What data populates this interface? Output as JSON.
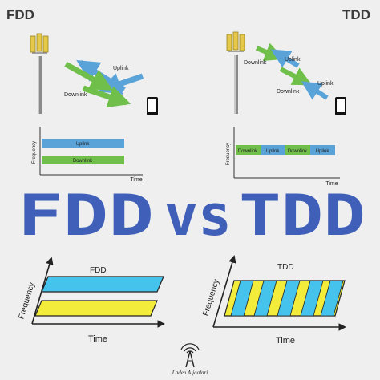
{
  "corners": {
    "left": "FDD",
    "right": "TDD"
  },
  "labels": {
    "uplink": "Uplink",
    "downlink": "Downlink",
    "frequency": "Frequency",
    "time": "Time"
  },
  "headline": {
    "left": "FDD",
    "middle": "vs",
    "right": "TDD"
  },
  "bottom": {
    "fdd_title": "FDD",
    "tdd_title": "TDD",
    "frequency": "Frequency",
    "time": "Time"
  },
  "signature": "Laden Aljaafari",
  "colors": {
    "uplink": "#5aa3d8",
    "downlink": "#6fbf4a",
    "blue_band": "#45c3ec",
    "yellow_band": "#f3ec3a",
    "headline": "#3f5fb8"
  },
  "tdd_strip": [
    "Downlink",
    "Uplink",
    "Downlink",
    "Uplink"
  ]
}
